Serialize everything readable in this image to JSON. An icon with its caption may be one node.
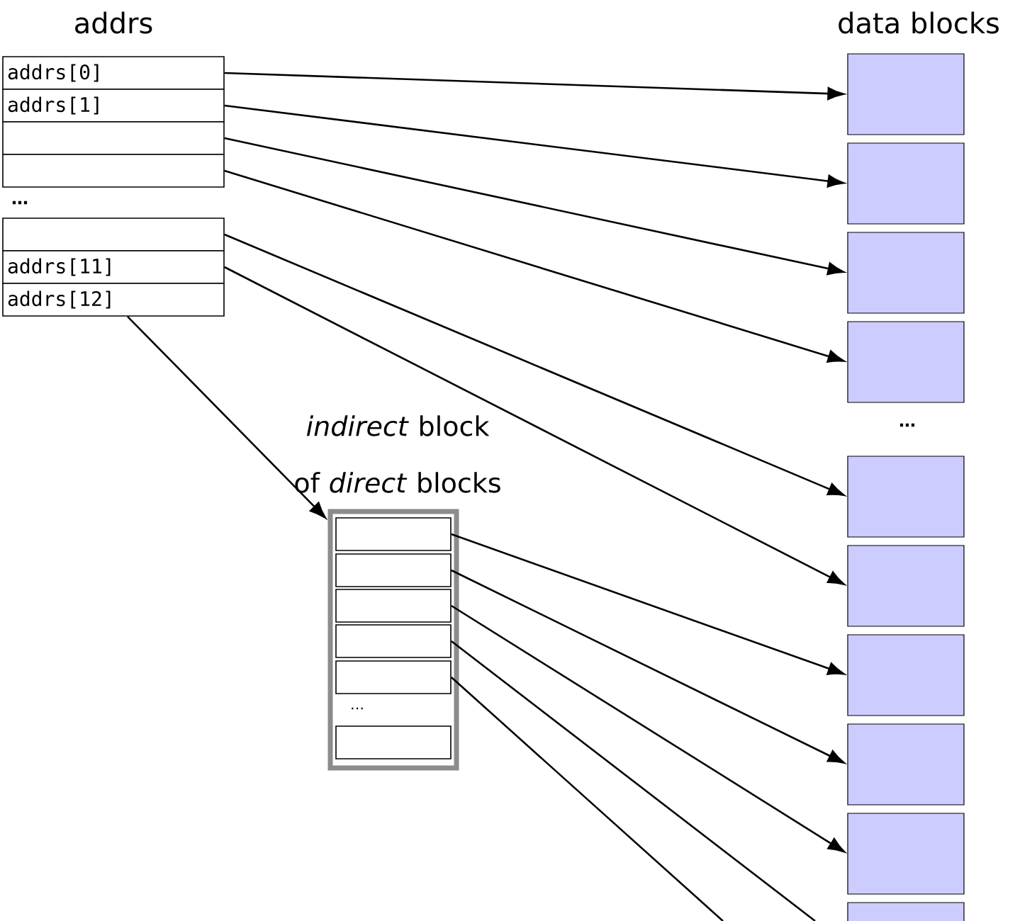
{
  "diagram": {
    "nodes": [
      {
        "text": [
          "addrs[0]"
        ]
      },
      {
        "text": [
          "addrs[1]"
        ]
      },
      {
        "text": [],
        "shape": "box"
      },
      {
        "text": [],
        "shape": "box"
      },
      {
        "text": [],
        "shape": "box"
      },
      {
        "text": [
          "addrs[11]"
        ]
      },
      {
        "text": [
          "addrs[12]"
        ]
      },
      {
        "text": [
          "*indirect* block of *direct* blocks"
        ]
      },
      {
        "text": [],
        "shape": "box",
        "in": 7
      },
      {
        "text": [],
        "shape": "box",
        "in": 7
      },
      {
        "text": [],
        "shape": "box",
        "in": 7
      },
      {
        "text": [],
        "shape": "box",
        "in": 7
      },
      {
        "text": [],
        "shape": "box",
        "in": 7
      },
      {
        "text": [],
        "shape": "box",
        "in": 7
      },
      {
        "text": [],
        "shape": "box"
      },
      {
        "text": [],
        "shape": "box"
      },
      {
        "text": [],
        "shape": "box"
      },
      {
        "text": [],
        "shape": "box"
      },
      {
        "text": [],
        "shape": "box"
      },
      {
        "text": [],
        "shape": "box"
      },
      {
        "text": [],
        "shape": "box"
      },
      {
        "text": [],
        "shape": "box"
      },
      {
        "text": [],
        "shape": "box"
      },
      {
        "text": [],
        "shape": "box"
      }
    ],
    "edges": [
      {
        "from": 0,
        "to": 14,
        "arrow": "to"
      },
      {
        "from": 1,
        "to": 15,
        "arrow": "to"
      },
      {
        "from": 2,
        "to": 16,
        "arrow": "to"
      },
      {
        "from": 3,
        "to": 17,
        "arrow": "to"
      },
      {
        "from": 4,
        "to": 18,
        "arrow": "to"
      },
      {
        "from": 5,
        "to": 19,
        "arrow": "to"
      },
      {
        "from": 6,
        "to": 7,
        "arrow": "to"
      },
      {
        "from": 8,
        "to": 20,
        "arrow": "to"
      },
      {
        "from": 9,
        "to": 21,
        "arrow": "to"
      },
      {
        "from": 10,
        "to": 22,
        "arrow": "to"
      },
      {
        "from": 11,
        "to": null,
        "arrow": "none"
      },
      {
        "from": 12,
        "to": null,
        "arrow": "none"
      }
    ],
    "labels": [
      "addrs",
      "data blocks",
      "…",
      "…",
      "…"
    ]
  }
}
